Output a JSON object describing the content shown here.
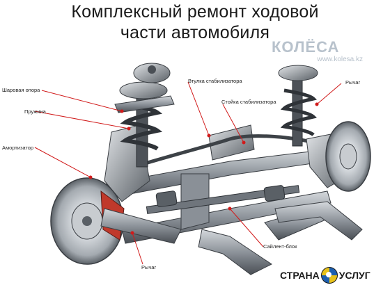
{
  "title": {
    "line1": "Комплексный ремонт ходовой",
    "line2": "части автомобиля"
  },
  "watermark": {
    "logo": "КОЛЁСА",
    "url": "www.kolesa.kz"
  },
  "labels": {
    "ball_joint": "Шаровая опора",
    "spring": "Пружина",
    "shock_absorber": "Амортизатор",
    "stabilizer_bushing": "Втулка стабилизатора",
    "stabilizer_link": "Стойка стабилизатора",
    "lever_top_right": "Рычаг",
    "silent_block": "Сайлент-блок",
    "lever_bottom": "Рычаг"
  },
  "brand": {
    "left": "СТРАНА",
    "right": "УСЛУГ",
    "icon": "handshake-globe-icon"
  },
  "colors": {
    "callout": "#d11a1a",
    "metal_dark": "#4a4f55",
    "metal_light": "#b9bec4"
  }
}
